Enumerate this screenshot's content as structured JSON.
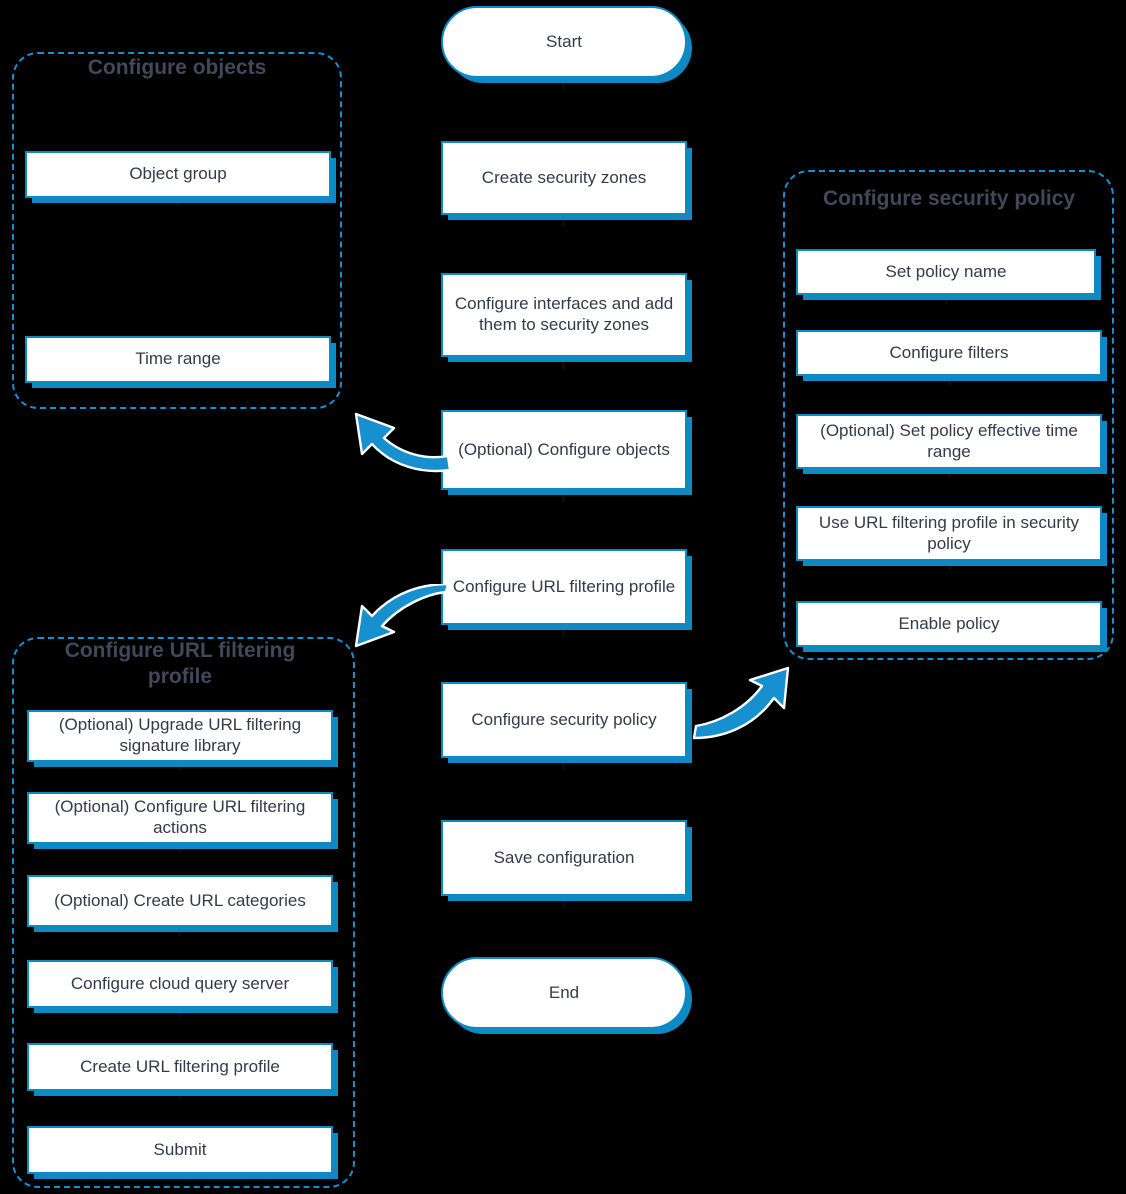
{
  "diagram": {
    "title": "URL filtering configuration flowchart",
    "colors": {
      "accent_blue": "#0d8ac4",
      "dashed_blue": "#1790cf",
      "text_dark": "#353a4a",
      "group_title": "#434859",
      "background": "#000000",
      "node_fill": "#ffffff"
    }
  },
  "main_flow": {
    "name": "main-flow-column",
    "nodes": [
      {
        "id": "start",
        "label": "Start",
        "shape": "terminator"
      },
      {
        "id": "create-zones",
        "label": "Create security zones",
        "shape": "process"
      },
      {
        "id": "config-ifaces",
        "label": "Configure interfaces and add them to security zones",
        "shape": "process"
      },
      {
        "id": "config-objects",
        "label": "(Optional) Configure objects",
        "shape": "process"
      },
      {
        "id": "config-url-prof",
        "label": "Configure URL filtering profile",
        "shape": "process"
      },
      {
        "id": "config-sec-pol",
        "label": "Configure security policy",
        "shape": "process"
      },
      {
        "id": "save-config",
        "label": "Save configuration",
        "shape": "process"
      },
      {
        "id": "end",
        "label": "End",
        "shape": "terminator"
      }
    ]
  },
  "groups": [
    {
      "id": "configure-objects",
      "title": "Configure objects",
      "items": [
        {
          "id": "object-group",
          "label": "Object group"
        },
        {
          "id": "time-range",
          "label": "Time range"
        }
      ]
    },
    {
      "id": "configure-security-policy",
      "title": "Configure security policy",
      "items": [
        {
          "id": "set-policy-name",
          "label": "Set policy name"
        },
        {
          "id": "configure-filters",
          "label": "Configure filters"
        },
        {
          "id": "policy-time-range",
          "label": "(Optional) Set policy effective time range"
        },
        {
          "id": "use-url-profile",
          "label": "Use URL filtering profile in security policy"
        },
        {
          "id": "enable-policy",
          "label": "Enable policy"
        }
      ]
    },
    {
      "id": "configure-url-filtering-profile",
      "title": "Configure URL filtering profile",
      "items": [
        {
          "id": "upgrade-signature",
          "label": "(Optional) Upgrade URL filtering signature library"
        },
        {
          "id": "url-actions",
          "label": "(Optional) Configure URL filtering actions"
        },
        {
          "id": "create-categories",
          "label": "(Optional) Create URL categories"
        },
        {
          "id": "cloud-query-server",
          "label": "Configure cloud query server"
        },
        {
          "id": "create-url-profile",
          "label": "Create URL filtering profile"
        },
        {
          "id": "submit",
          "label": "Submit"
        }
      ]
    }
  ],
  "arrows": [
    {
      "id": "arrow-to-objects-group",
      "name": "curved-arrow-up-left",
      "from": "config-objects",
      "to": "configure-objects"
    },
    {
      "id": "arrow-to-url-profile-group",
      "name": "curved-arrow-down-left",
      "from": "config-url-prof",
      "to": "configure-url-filtering-profile"
    },
    {
      "id": "arrow-to-policy-group",
      "name": "curved-arrow-up-right",
      "from": "config-sec-pol",
      "to": "configure-security-policy"
    }
  ]
}
